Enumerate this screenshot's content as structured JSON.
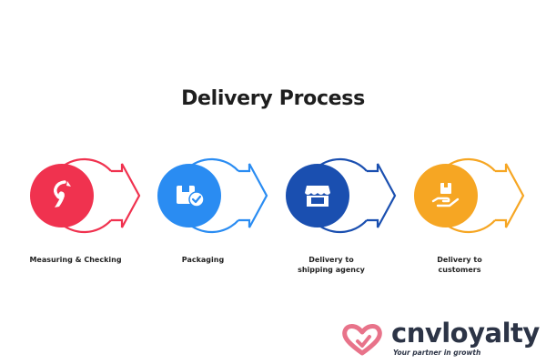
{
  "title": "Delivery Process",
  "steps": [
    {
      "label_line1": "Measuring & Checking",
      "label_line2": "",
      "icon": "sketch-icon",
      "color": "#f0324f"
    },
    {
      "label_line1": "Packaging",
      "label_line2": "",
      "icon": "box-check-icon",
      "color": "#2a8cf2"
    },
    {
      "label_line1": "Delivery to",
      "label_line2": "shipping agency",
      "icon": "storefront-icon",
      "color": "#1a4fb0"
    },
    {
      "label_line1": "Delivery to",
      "label_line2": "customers",
      "icon": "hand-box-icon",
      "color": "#f6a623"
    }
  ],
  "logo": {
    "name": "cnvloyalty",
    "tagline": "Your partner in growth",
    "heart_color": "#e8738a",
    "text_color": "#2c3446"
  }
}
